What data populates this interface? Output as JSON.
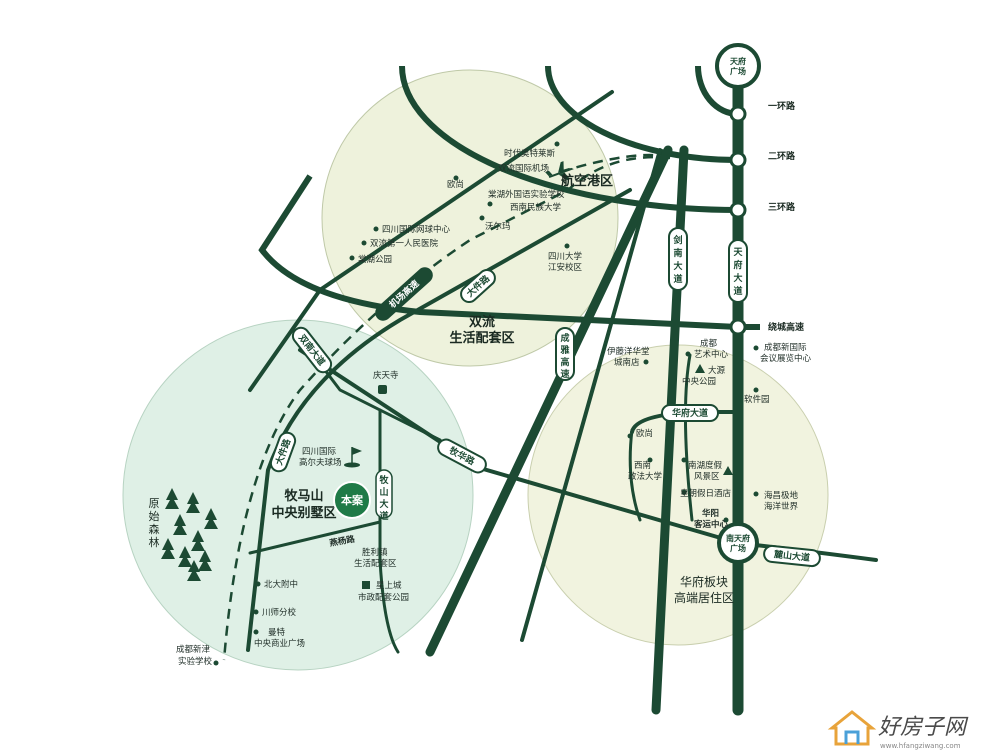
{
  "map": {
    "areas": {
      "shuangliu": [
        "双流",
        "生活配套区"
      ],
      "airport": "航空港区",
      "mumashan": [
        "牧马山",
        "中央别墅区"
      ],
      "huafu": [
        "华府板块",
        "高端居住区"
      ],
      "forest": [
        "原",
        "始",
        "森",
        "林"
      ],
      "project": "本案"
    },
    "nodes": {
      "tianfu_square": [
        "天府",
        "广场"
      ],
      "south_tianfu_square": [
        "南天府",
        "广场"
      ]
    },
    "rings": {
      "ring1": "一环路",
      "ring2": "二环路",
      "ring3": "三环路",
      "raocheng": "绕城高速"
    },
    "roads": {
      "jiannan": "剑南大道",
      "tianfu": "天府大道",
      "chengya": "成雅高速",
      "huafu": "华府大道",
      "muhua": "牧华路",
      "lushan": "麓山大道",
      "shuangnan": "双南大道",
      "dajian_upper": "大件路",
      "dajian_lower": "大件路",
      "mushan": "牧山大道",
      "yanyang": "燕杨路",
      "airport_expwy": "机场高速"
    },
    "pois": {
      "times_outlets": "时代奥特莱斯",
      "airport": "双流国际机场",
      "tanghu_school": "棠湖外国语实验学校",
      "xinan_univ": "西南民族大学",
      "oushang_upper": "欧尚",
      "walmart": "沃尔玛",
      "tennis": "四川国际网球中心",
      "hospital": "双流第一人民医院",
      "tanghu_park": "棠湖公园",
      "sichuan_univ": [
        "四川大学",
        "江安校区"
      ],
      "qingtian_temple": "庆天寺",
      "golf": [
        "四川国际",
        "高尔夫球场"
      ],
      "shengli": [
        "胜利镇",
        "生活配套区"
      ],
      "xingshangcheng": [
        "星上城",
        "市政配套公园"
      ],
      "beida": "北大附中",
      "chuanshi": "川师分校",
      "mante": [
        "曼特",
        "中央商业广场"
      ],
      "xinjin_school": [
        "成都新津",
        "实验学校"
      ],
      "isetan": [
        "伊藤洋华堂",
        "城南店"
      ],
      "art_center": [
        "成都",
        "艺术中心"
      ],
      "expo_center": [
        "成都新国际",
        "会议展览中心"
      ],
      "dayuan_park": [
        "大源",
        "中央公园"
      ],
      "software_park": "软件园",
      "oushang_lower": "欧尚",
      "swupl": [
        "西南",
        "政法大学"
      ],
      "nanhu": [
        "南湖度假",
        "风景区"
      ],
      "sheraton": "皇朝假日酒店",
      "haichang": [
        "海昌极地",
        "海洋世界"
      ],
      "huayang": [
        "华阳",
        "客运中心"
      ]
    },
    "watermark": {
      "brand": "好房子网",
      "url": "www.hfangziwang.com"
    }
  },
  "colors": {
    "road": "#1c4a33",
    "zone_light": "#eef2dc",
    "zone_green": "#dff0e6",
    "project": "#1f7a47"
  }
}
